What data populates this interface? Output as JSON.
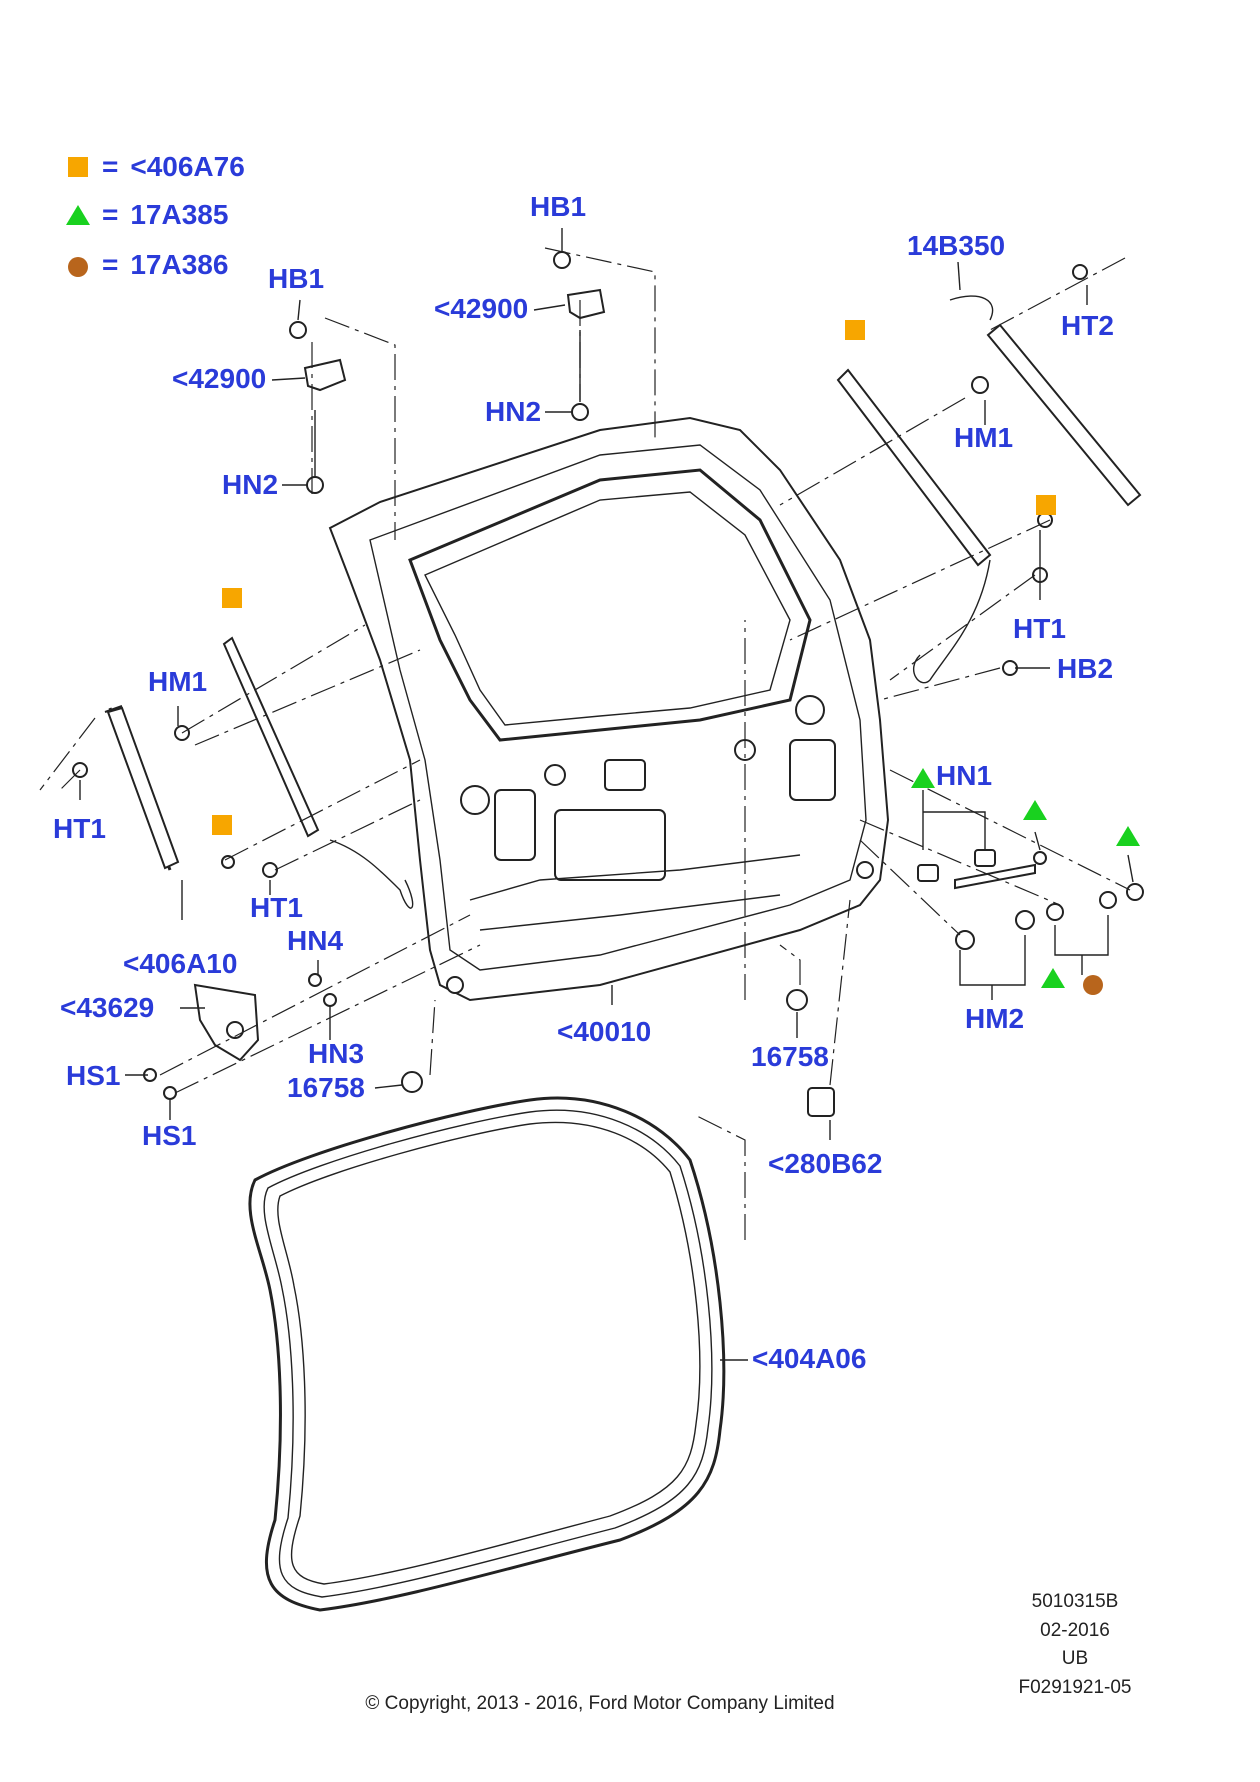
{
  "legend": {
    "items": [
      {
        "symbol": "square",
        "color": "#f7a600",
        "text": "<406A76"
      },
      {
        "symbol": "triangle",
        "color": "#19d11f",
        "text": "17A385"
      },
      {
        "symbol": "circle",
        "color": "#b8651c",
        "text": "17A386"
      }
    ],
    "equals": "="
  },
  "callouts": {
    "hb1_top": "HB1",
    "c42900_top": "<42900",
    "hn2_top": "HN2",
    "hb1_left": "HB1",
    "c42900_left": "<42900",
    "hn2_left": "HN2",
    "c14b350": "14B350",
    "ht2": "HT2",
    "hm1_right": "HM1",
    "ht1_right": "HT1",
    "hb2": "HB2",
    "hm1_left": "HM1",
    "ht1_left": "HT1",
    "ht1_mid": "HT1",
    "c406a10": "<406A10",
    "hn4": "HN4",
    "c43629": "<43629",
    "hn3": "HN3",
    "hs1_a": "HS1",
    "hs1_b": "HS1",
    "c16758_left": "16758",
    "c40010": "<40010",
    "c16758_right": "16758",
    "c280b62": "<280B62",
    "hn1": "HN1",
    "hm2": "HM2",
    "c404a06": "<404A06"
  },
  "footer": {
    "ref1": "5010315B",
    "ref2": "02-2016",
    "ref3": "UB",
    "ref4": "F0291921-05",
    "copyright": "© Copyright, 2013 - 2016, Ford Motor Company Limited"
  },
  "colors": {
    "label": "#2a3bd9",
    "square": "#f7a600",
    "triangle": "#19d11f",
    "circle": "#b8651c"
  }
}
